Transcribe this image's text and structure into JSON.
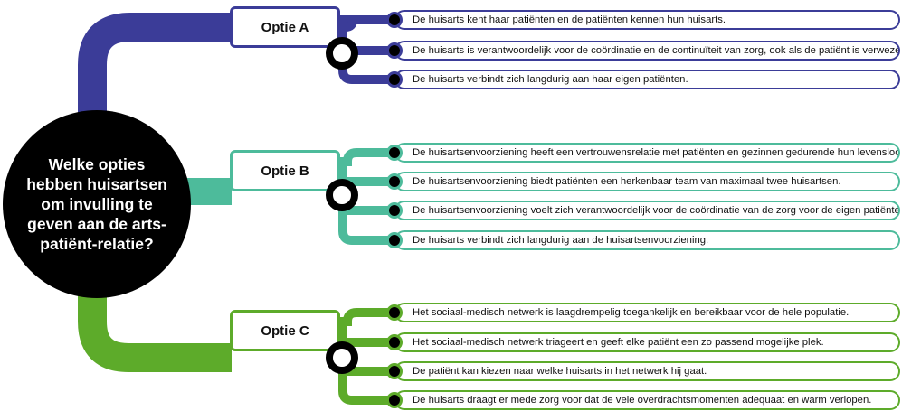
{
  "colors": {
    "option_a": "#3b3c98",
    "option_b": "#4dbb9b",
    "option_c": "#5dab2a",
    "center": "#000000"
  },
  "question": "Welke opties hebben huisartsen om invulling te geven aan de arts-patiënt-relatie?",
  "options": [
    {
      "label": "Optie A",
      "items": [
        "De huisarts kent haar patiënten en de patiënten kennen hun huisarts.",
        "De huisarts is verantwoordelijk voor de coördinatie en de continuïteit van zorg, ook als de patiënt is verwezen.",
        "De huisarts verbindt zich langdurig aan haar eigen patiënten."
      ]
    },
    {
      "label": "Optie B",
      "items": [
        "De huisartsenvoorziening heeft een vertrouwensrelatie met patiënten en gezinnen gedurende hun levensloop.",
        "De huisartsenvoorziening biedt patiënten een herkenbaar team van maximaal twee huisartsen.",
        "De huisartsenvoorziening voelt zich verantwoordelijk voor de coördinatie van de zorg voor de eigen patiënten.",
        "De huisarts verbindt zich langdurig aan de huisartsenvoorziening."
      ]
    },
    {
      "label": "Optie C",
      "items": [
        "Het sociaal-medisch netwerk is laagdrempelig toegankelijk en bereikbaar voor de hele populatie.",
        "Het sociaal-medisch netwerk triageert en geeft elke patiënt een zo passend mogelijke plek.",
        "De patiënt kan kiezen naar welke huisarts in het netwerk hij gaat.",
        "De huisarts draagt er mede zorg voor dat de vele overdrachtsmomenten adequaat en warm verlopen."
      ]
    }
  ]
}
